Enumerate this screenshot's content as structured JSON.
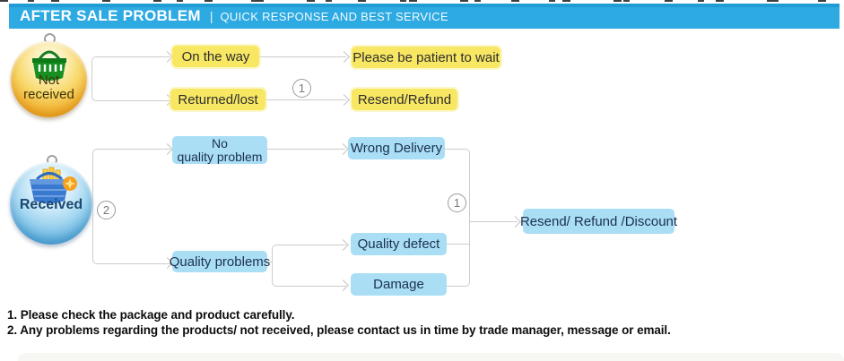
{
  "banner": {
    "title": "AFTER SALE PROBLEM",
    "separator": "|",
    "subtitle": "QUICK RESPONSE AND BEST SERVICE"
  },
  "colors": {
    "banner_blue": "#2eaae2",
    "box_yellow": "#f8e763",
    "box_blue": "#a9def5",
    "connector_gray": "#cccccc",
    "orange_sphere": "#e89a15",
    "blue_sphere": "#3e95ca"
  },
  "not_received_flow": {
    "icon_label_line1": "Not",
    "icon_label_line2": "received",
    "icon_name": "green-shopping-basket",
    "branch_number": "1",
    "on_the_way": "On the way",
    "returned_lost": "Returned/lost",
    "be_patient": "Please be patient to wait",
    "resend_refund": "Resend/Refund"
  },
  "received_flow": {
    "icon_label": "Received",
    "icon_name": "blue-shopping-basket",
    "branch_number": "2",
    "merge_number": "1",
    "no_quality_problem_line1": "No",
    "no_quality_problem_line2": "quality problem",
    "wrong_delivery": "Wrong Delivery",
    "quality_problems": "Quality problems",
    "quality_defect": "Quality defect",
    "damage": "Damage",
    "resolution": "Resend/ Refund /Discount"
  },
  "notes": [
    "1. Please check the package and product carefully.",
    "2. Any problems regarding the products/ not received, please contact us in time by trade manager, message or email."
  ]
}
